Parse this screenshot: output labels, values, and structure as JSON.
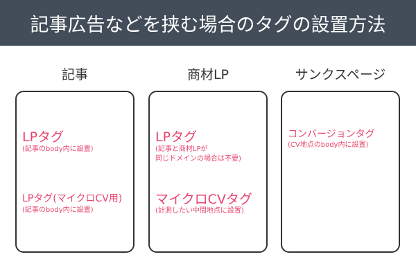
{
  "header": {
    "title": "記事広告などを挟む場合のタグの設置方法"
  },
  "columns": [
    {
      "title": "記事",
      "items": [
        {
          "label": "LPタグ",
          "note": "(記事のbody内に設置)"
        },
        {
          "label": "LPタグ(マイクロCV用)",
          "note": "(記事のbody内に設置)"
        }
      ]
    },
    {
      "title": "商材LP",
      "items": [
        {
          "label": "LPタグ",
          "note_line1": "(記事と商材LPが",
          "note_line2": "同じドメインの場合は不要)"
        },
        {
          "label": "マイクロCVタグ",
          "note": "(計測したい中間地点に設置)"
        }
      ]
    },
    {
      "title": "サンクスページ",
      "items": [
        {
          "label": "コンバージョンタグ",
          "note": "(CV地点のbody内に設置)"
        }
      ]
    }
  ],
  "colors": {
    "header_bg": "#424d59",
    "accent": "#e8466e",
    "border": "#333333"
  }
}
